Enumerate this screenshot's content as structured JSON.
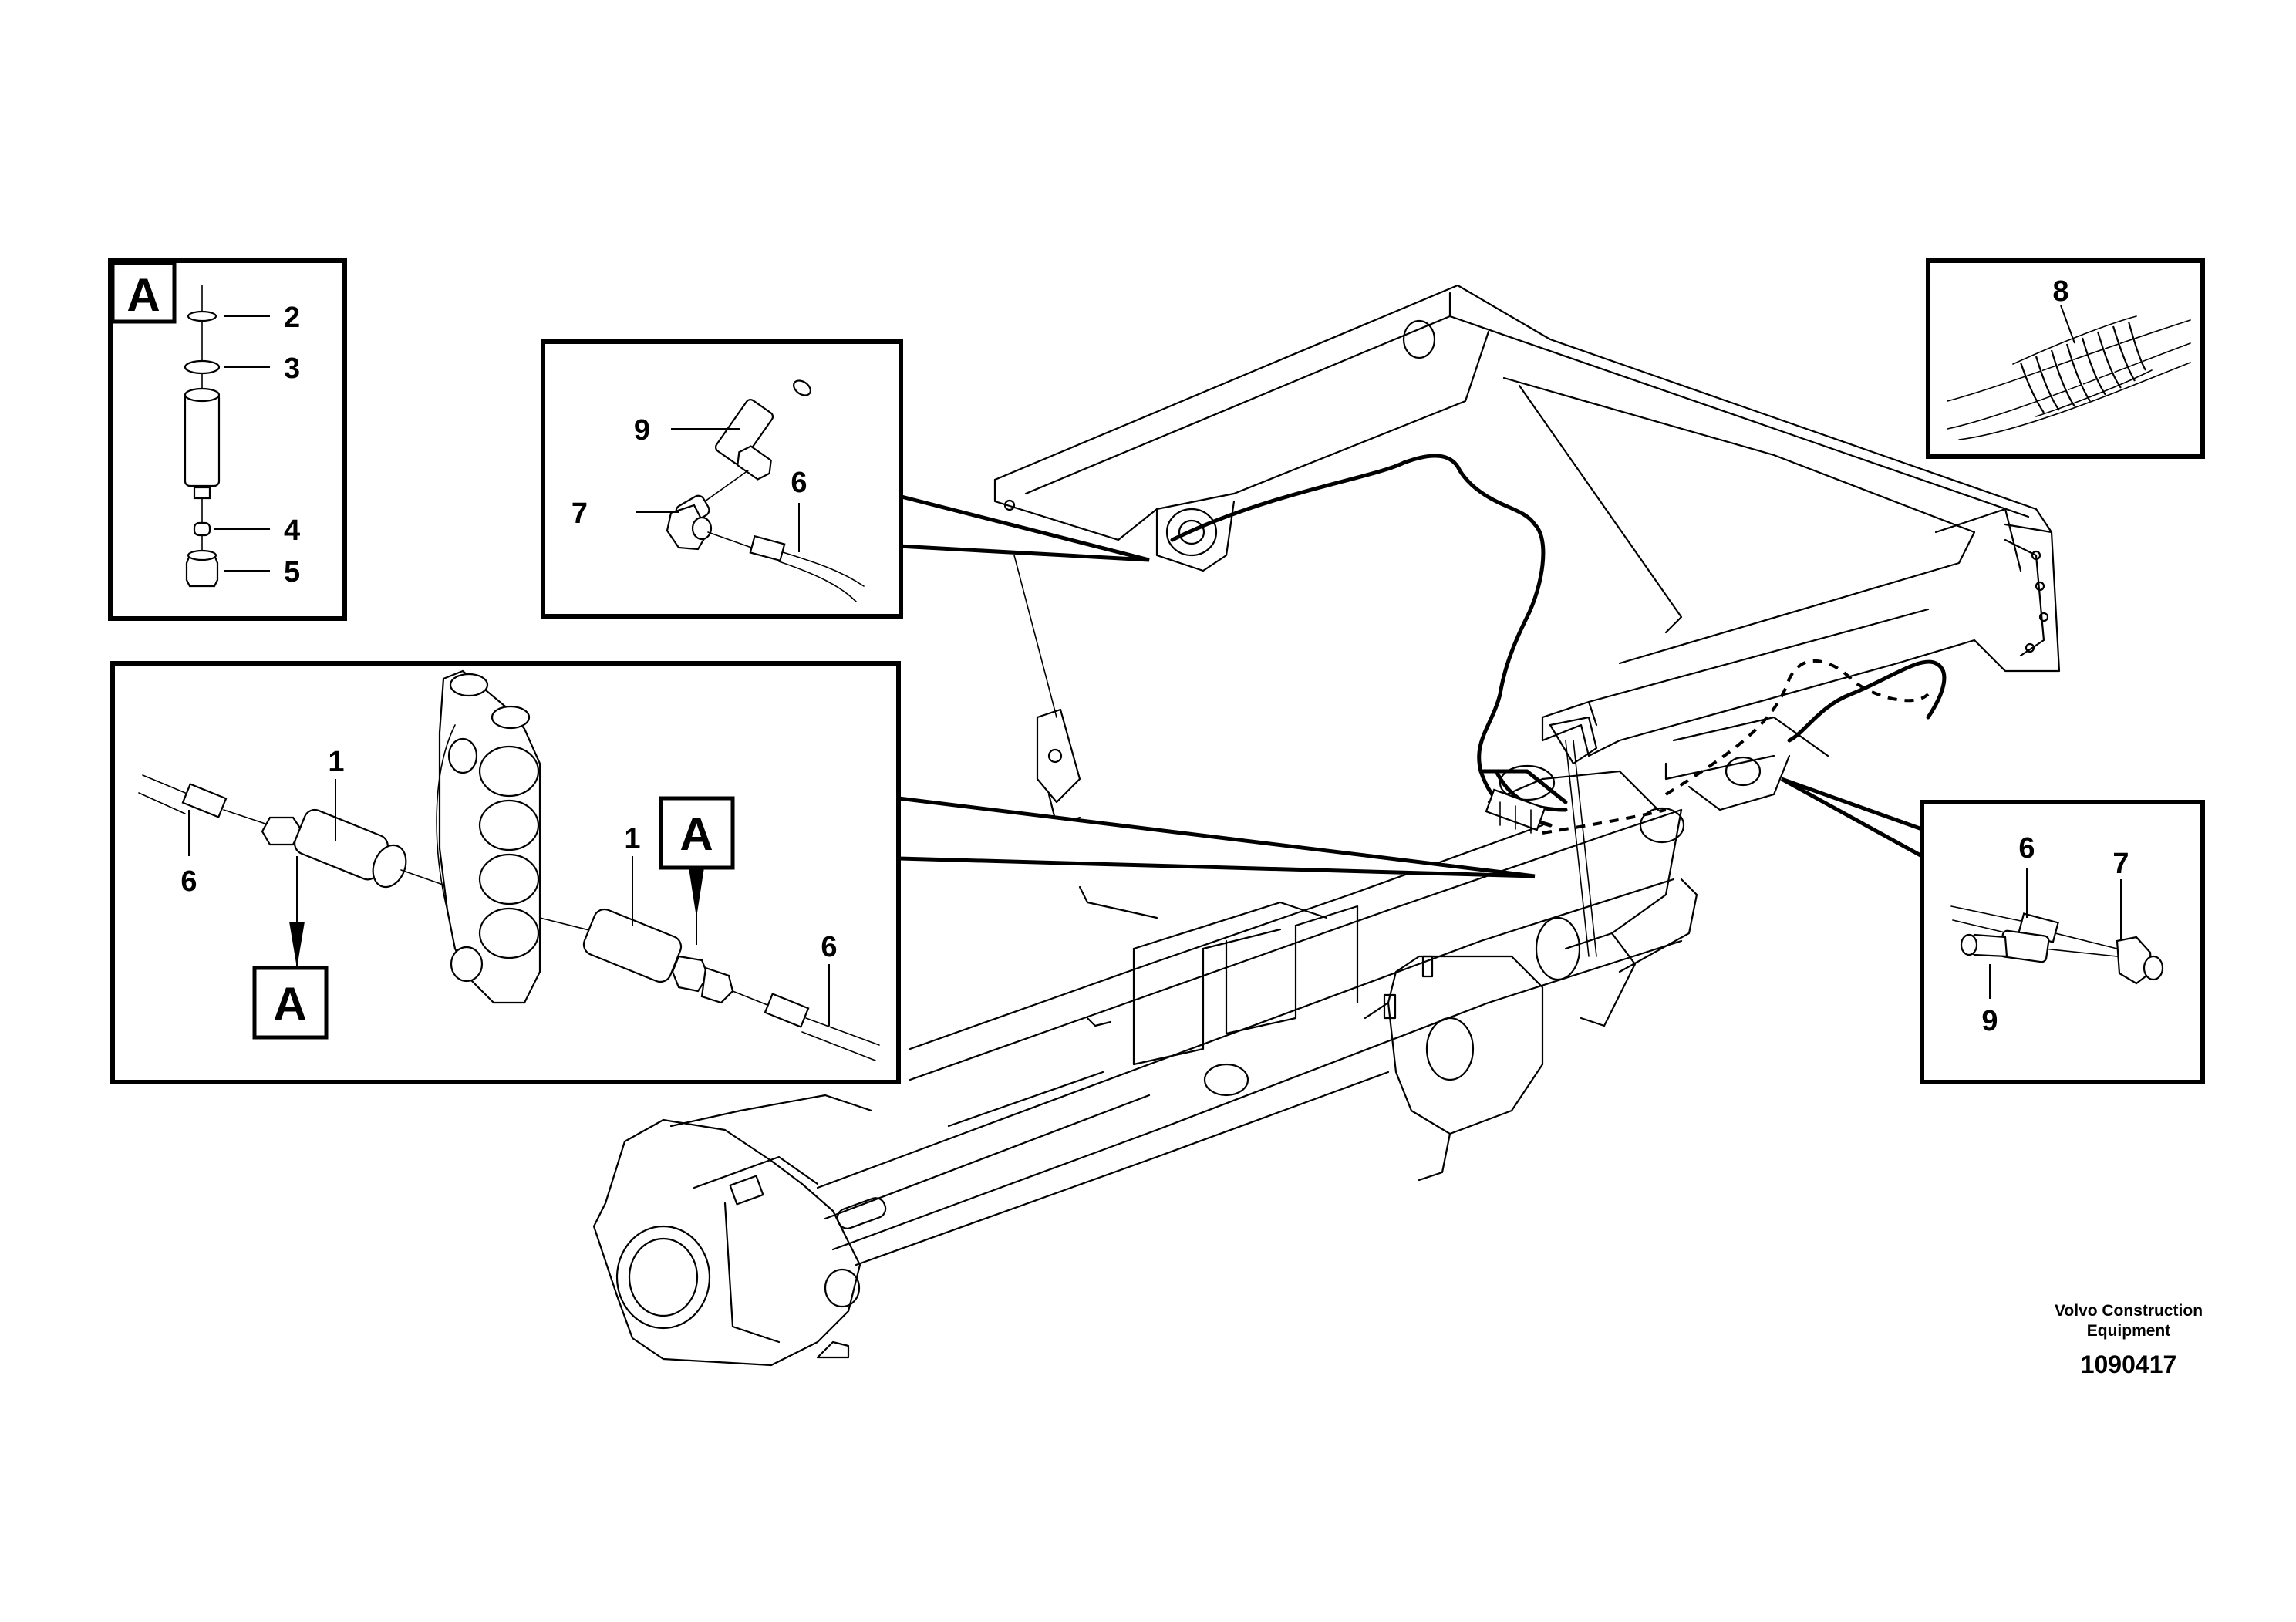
{
  "detail_letter": "A",
  "callouts": {
    "c1a": "1",
    "c1b": "1",
    "c2": "2",
    "c3": "3",
    "c4": "4",
    "c5": "5",
    "c6a": "6",
    "c6b": "6",
    "c6c": "6",
    "c6d": "6",
    "c7a": "7",
    "c7b": "7",
    "c8": "8",
    "c9a": "9",
    "c9b": "9"
  },
  "footer": {
    "brand_line1": "Volvo Construction",
    "brand_line2": "Equipment",
    "drawing_number": "1090417"
  }
}
